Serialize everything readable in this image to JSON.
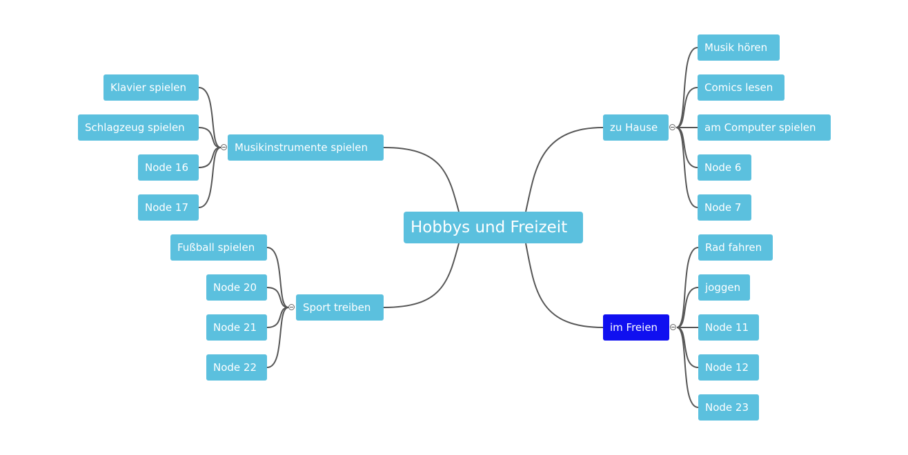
{
  "mindmap": {
    "root": {
      "label": "Hobbys und Freizeit"
    },
    "branches": [
      {
        "id": "musik",
        "label": "Musikinstrumente spielen",
        "side": "left",
        "selected": false,
        "children": [
          "Klavier spielen",
          "Schlagzeug spielen",
          "Node 16",
          "Node 17"
        ]
      },
      {
        "id": "sport",
        "label": "Sport treiben",
        "side": "left",
        "selected": false,
        "children": [
          "Fußball spielen",
          "Node 20",
          "Node 21",
          "Node 22"
        ]
      },
      {
        "id": "hause",
        "label": "zu Hause",
        "side": "right",
        "selected": false,
        "children": [
          "Musik hören",
          "Comics lesen",
          "am Computer spielen",
          "Node 6",
          "Node 7"
        ]
      },
      {
        "id": "freien",
        "label": "im Freien",
        "side": "right",
        "selected": true,
        "children": [
          "Rad fahren",
          "joggen",
          "Node 11",
          "Node 12",
          "Node 23"
        ]
      }
    ]
  },
  "colors": {
    "node": "#5bc0de",
    "selected_node": "#1010f0",
    "link": "#555555",
    "text": "#ffffff"
  }
}
